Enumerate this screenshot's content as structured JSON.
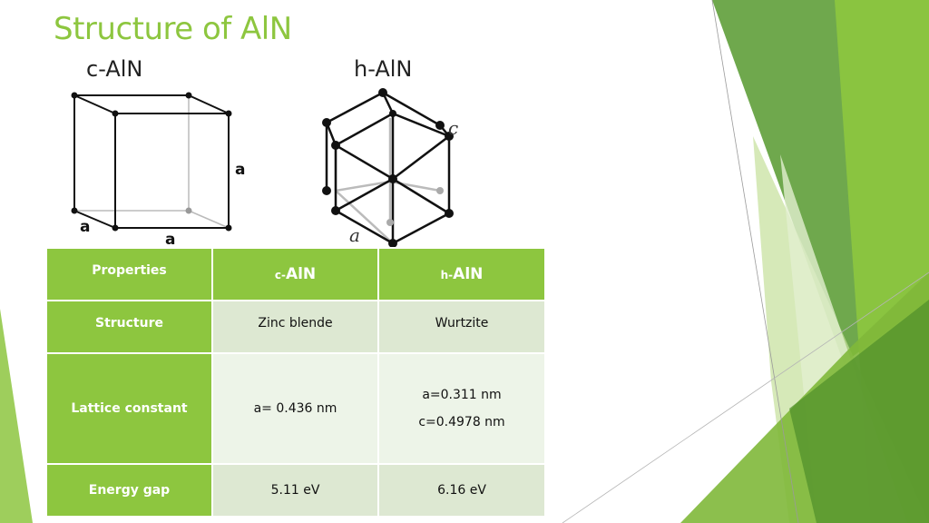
{
  "slide": {
    "title": "Structure of AlN",
    "cubic_heading": "c-AlN",
    "hex_heading": "h-AlN"
  },
  "cubic_diagram": {
    "edge_labels": [
      "a",
      "a",
      "a"
    ]
  },
  "hex_diagram": {
    "edge_labels": [
      "c",
      "a"
    ]
  },
  "table": {
    "header": {
      "properties": "Properties",
      "cubic_prefix": "c-",
      "cubic_main": "AlN",
      "hex_prefix": "h-",
      "hex_main": "AlN"
    },
    "rows": [
      {
        "label": "Structure",
        "cubic": "Zinc blende",
        "hex": "Wurtzite"
      },
      {
        "label": "Lattice constant",
        "cubic": "a= 0.436 nm",
        "hex_a": "a=0.311 nm",
        "hex_c": "c=0.4978 nm"
      },
      {
        "label": "Energy gap",
        "cubic": "5.11 eV",
        "hex": "6.16 eV"
      }
    ]
  },
  "colors": {
    "accent_green": "#8dc63f",
    "band_dark": "#dde8d2",
    "band_light": "#edf4e8"
  }
}
